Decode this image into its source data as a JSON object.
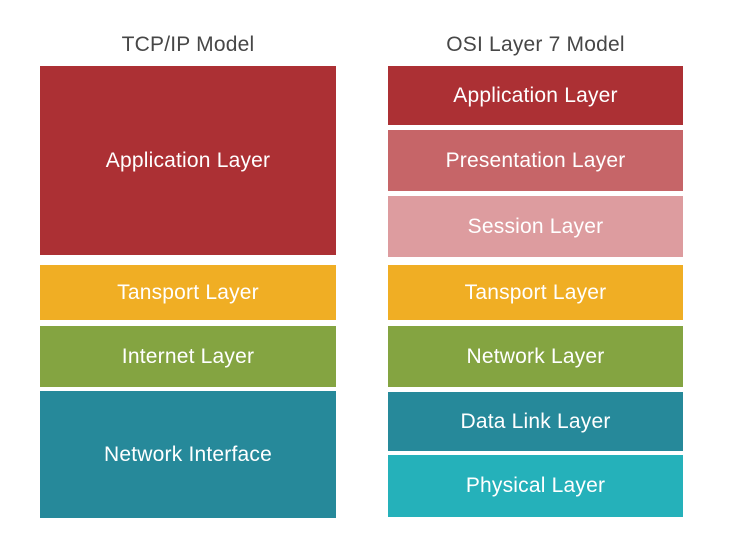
{
  "diagram": {
    "background": "#FFFFFF",
    "title_color": "#474747",
    "layer_text_color": "#FFFFFF",
    "columns": [
      {
        "title": "TCP/IP Model",
        "layers": [
          {
            "label": "Application Layer",
            "color": "#AC3034"
          },
          {
            "label": "Tansport Layer",
            "color": "#F0AE24"
          },
          {
            "label": "Internet Layer",
            "color": "#84A441"
          },
          {
            "label": "Network Interface",
            "color": "#26899A"
          }
        ]
      },
      {
        "title": "OSI Layer 7 Model",
        "layers": [
          {
            "label": "Application Layer",
            "color": "#AC3034"
          },
          {
            "label": "Presentation Layer",
            "color": "#C66568"
          },
          {
            "label": "Session Layer",
            "color": "#DD9C9F"
          },
          {
            "label": "Tansport Layer",
            "color": "#F0AE24"
          },
          {
            "label": "Network Layer",
            "color": "#84A441"
          },
          {
            "label": "Data Link Layer",
            "color": "#26899A"
          },
          {
            "label": "Physical Layer",
            "color": "#25B1BA"
          }
        ]
      }
    ]
  }
}
